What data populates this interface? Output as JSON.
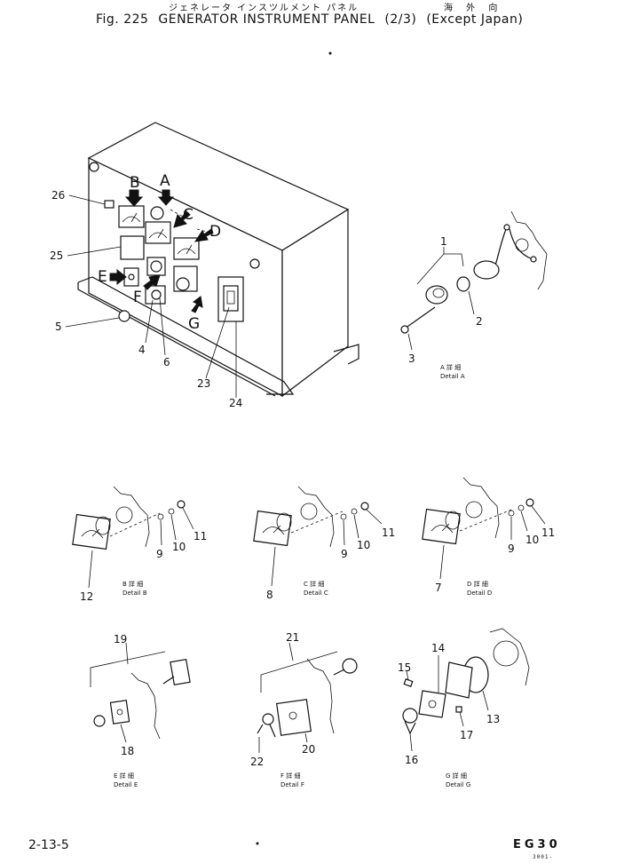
{
  "header": {
    "japanese_title": "ジェネレータ インスツルメント パネル",
    "japanese_destination": "海 外 向",
    "fig_label": "Fig. 225",
    "title": "GENERATOR INSTRUMENT PANEL",
    "fraction": "(2/3)",
    "note": "(Except Japan)"
  },
  "main_assembly": {
    "detail_letters": [
      "A",
      "B",
      "C",
      "D",
      "E",
      "F",
      "G"
    ],
    "part_numbers": [
      "26",
      "25",
      "5",
      "4",
      "6",
      "23",
      "24"
    ]
  },
  "details": [
    {
      "jp": "A 詳 細",
      "label": "Detail A",
      "parts": [
        "1",
        "2",
        "3"
      ]
    },
    {
      "jp": "B 詳 細",
      "label": "Detail B",
      "parts": [
        "9",
        "10",
        "11",
        "12"
      ]
    },
    {
      "jp": "C 詳 細",
      "label": "Detail C",
      "parts": [
        "9",
        "10",
        "11",
        "8"
      ]
    },
    {
      "jp": "D 詳 細",
      "label": "Detail D",
      "parts": [
        "9",
        "10",
        "11",
        "7"
      ]
    },
    {
      "jp": "E 詳 細",
      "label": "Detail E",
      "parts": [
        "19",
        "18"
      ]
    },
    {
      "jp": "F 詳 細",
      "label": "Detail F",
      "parts": [
        "21",
        "22",
        "20"
      ]
    },
    {
      "jp": "G 詳 細",
      "label": "Detail G",
      "parts": [
        "14",
        "15",
        "13",
        "17",
        "16"
      ]
    }
  ],
  "footer": {
    "page": "2-13-5",
    "model": "EG30",
    "serial": "3001-"
  }
}
